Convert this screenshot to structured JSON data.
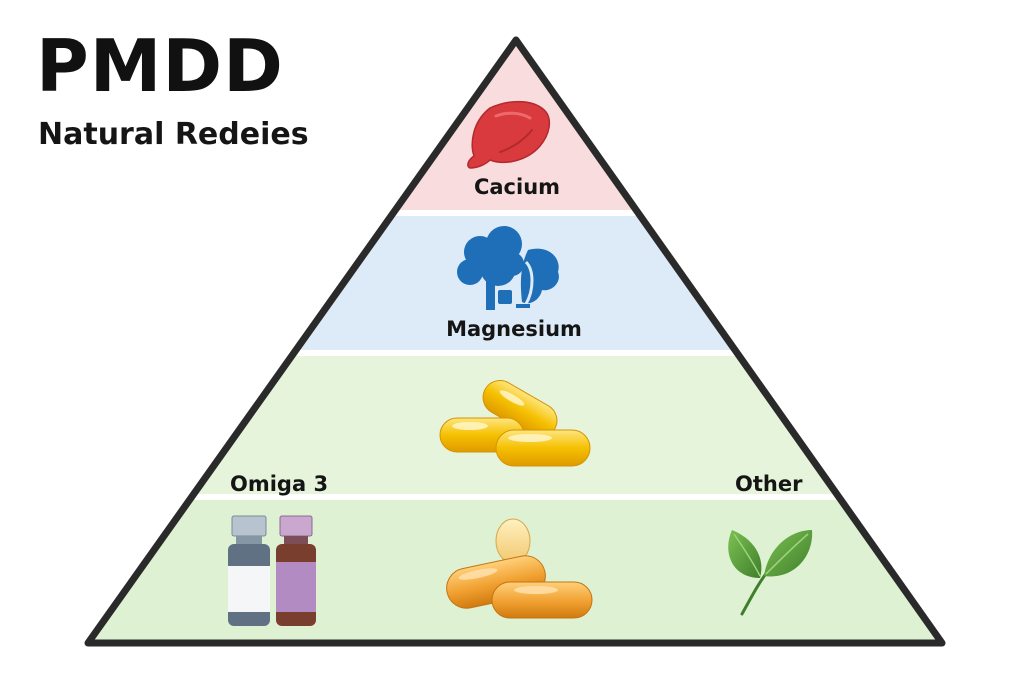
{
  "header": {
    "title": "PMDD",
    "subtitle": "Natural Redeies"
  },
  "pyramid": {
    "tiers": [
      {
        "label": "Cacium",
        "icon": "red-organ-icon",
        "color": "#f9dcdd"
      },
      {
        "label": "Magnesium",
        "icon": "blue-tree-icon",
        "color": "#dcebf7"
      },
      {
        "label": "",
        "icon": "yellow-softgel-capsules-icon",
        "color": "#e6f4dc"
      },
      {
        "label": "",
        "icon": "orange-capsules-icon",
        "color": "#def1d3"
      }
    ],
    "side_labels": {
      "left": "Omiga 3",
      "right": "Other"
    },
    "bottom_icons": [
      "supplement-bottles-icon",
      "orange-capsules-icon",
      "green-leaf-icon"
    ],
    "colors": {
      "outline": "#2a2a2a",
      "organ": "#d93a3d",
      "tree": "#1f6fb8",
      "softgel": "#f5b800",
      "capsule_orange": "#f0a030",
      "leaf": "#4f9a38"
    }
  }
}
